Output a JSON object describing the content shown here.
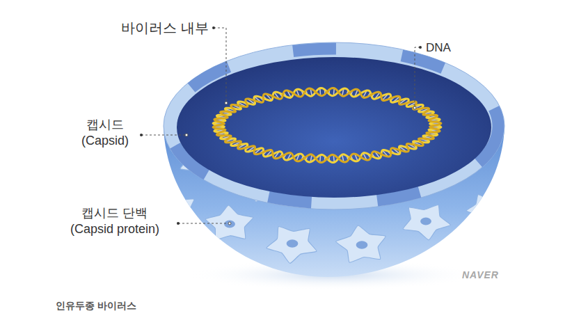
{
  "diagram": {
    "caption": "인유두종 바이러스",
    "labels": [
      "바이러스 내부",
      "DNA",
      "캡시드 (Capsid)",
      "캡시드 단백 (Capsid protein)",
      "NAVER"
    ]
  }
}
